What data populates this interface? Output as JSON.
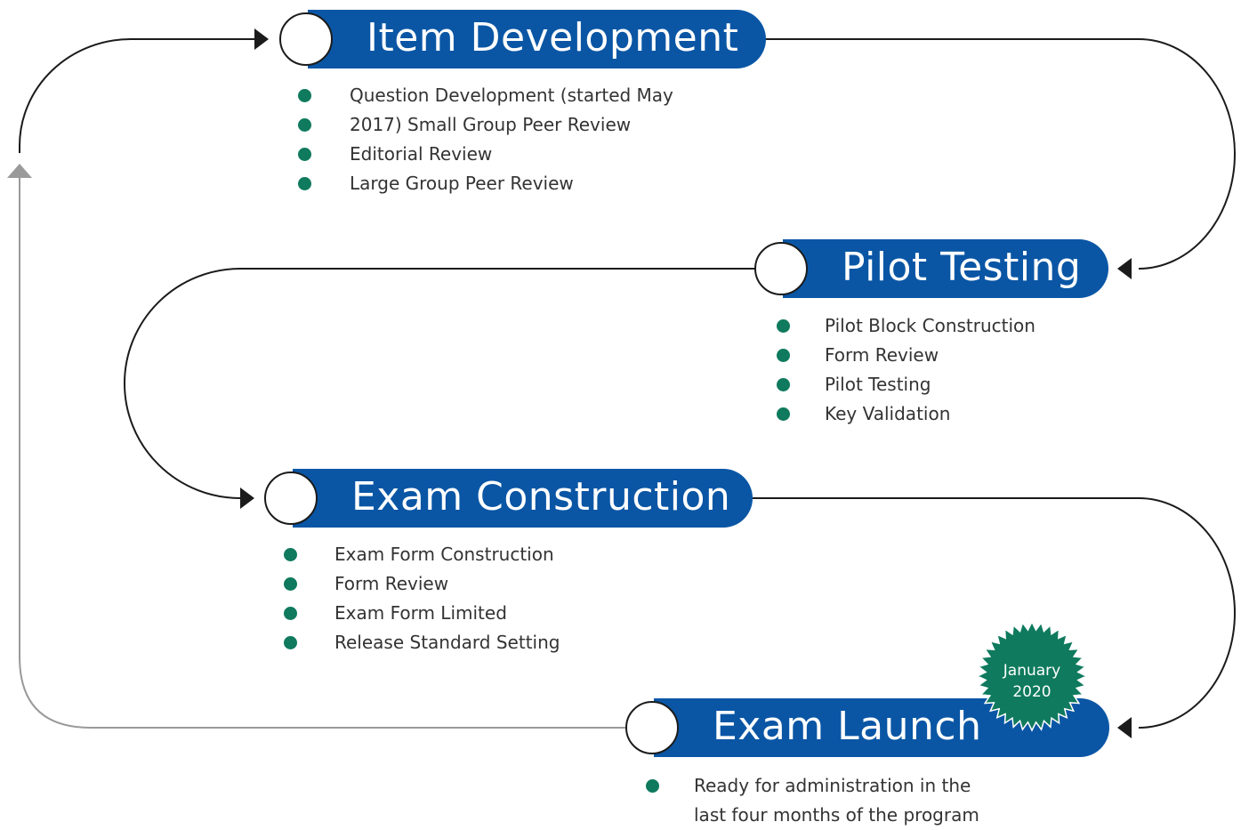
{
  "stages": [
    {
      "title": "Item Development",
      "items": [
        "Question Development (started May",
        "2017) Small Group Peer Review",
        "Editorial Review",
        "Large Group Peer Review"
      ]
    },
    {
      "title": "Pilot Testing",
      "items": [
        "Pilot Block Construction",
        "Form Review",
        "Pilot Testing",
        "Key Validation"
      ]
    },
    {
      "title": "Exam Construction",
      "items": [
        "Exam Form Construction",
        "Form Review",
        "Exam Form Limited",
        "Release Standard Setting"
      ]
    },
    {
      "title": "Exam Launch",
      "items": [
        "Ready for administration in the",
        "last four months of the program"
      ]
    }
  ],
  "badge": {
    "line1": "January",
    "line2": "2020"
  },
  "colors": {
    "stage_fill": "#0a56a5",
    "bullet": "#0f7a5d",
    "badge": "#0f7a5d",
    "connector": "#1b1b1b",
    "return_line": "#9a9a9a"
  }
}
